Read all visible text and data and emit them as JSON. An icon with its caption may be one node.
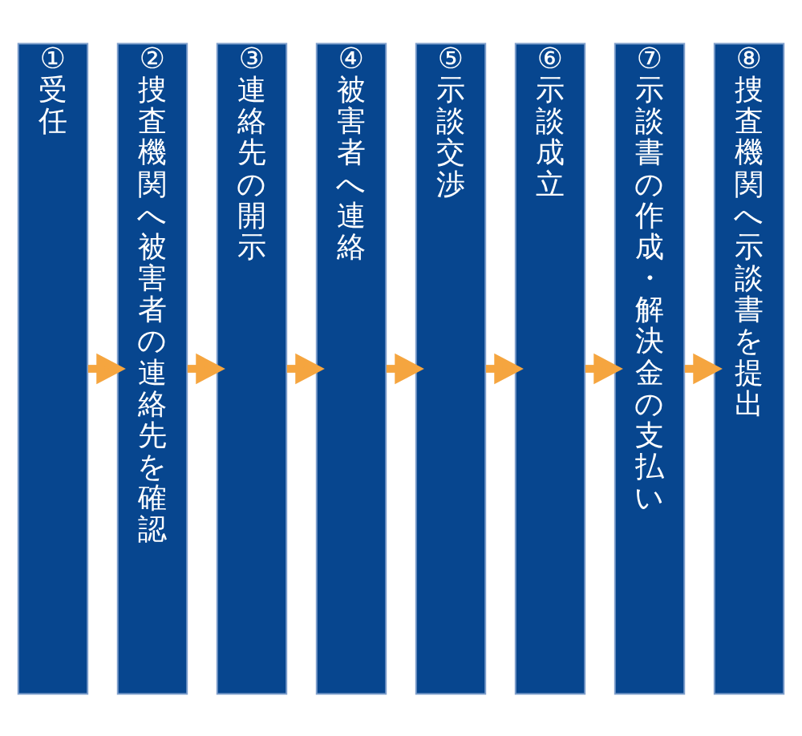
{
  "diagram": {
    "nodes": [
      {
        "text": [
          "①",
          "受任"
        ]
      },
      {
        "text": [
          "②",
          "捜査機関へ被害者の連絡先を確認"
        ]
      },
      {
        "text": [
          "③",
          "連絡先の開示"
        ]
      },
      {
        "text": [
          "④",
          "被害者へ連絡"
        ]
      },
      {
        "text": [
          "⑤",
          "示談交渉"
        ]
      },
      {
        "text": [
          "⑥",
          "示談成立"
        ]
      },
      {
        "text": [
          "⑦",
          "示談書の作成・解決金の支払い"
        ]
      },
      {
        "text": [
          "⑧",
          "捜査機関へ示談書を提出"
        ]
      }
    ],
    "edges": [
      {
        "from": 0,
        "to": 1,
        "arrow": "to"
      },
      {
        "from": 1,
        "to": 2,
        "arrow": "to"
      },
      {
        "from": 2,
        "to": 3,
        "arrow": "to"
      },
      {
        "from": 3,
        "to": 4,
        "arrow": "to"
      },
      {
        "from": 4,
        "to": 5,
        "arrow": "to"
      },
      {
        "from": 5,
        "to": 6,
        "arrow": "to"
      },
      {
        "from": 6,
        "to": 7,
        "arrow": "to"
      }
    ]
  }
}
